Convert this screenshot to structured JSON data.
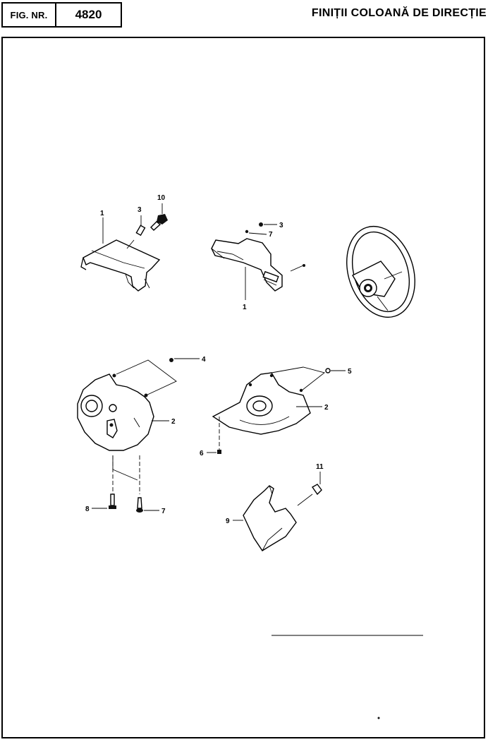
{
  "header": {
    "fig_label": "FIG. NR.",
    "fig_number": "4820",
    "title": "FINIȚII COLOANĂ DE DIRECȚIE"
  },
  "callouts": {
    "c1a": "1",
    "c3a": "3",
    "c10": "10",
    "c3b": "3",
    "c7a": "7",
    "c1b": "1",
    "c4": "4",
    "c2a": "2",
    "c5": "5",
    "c2b": "2",
    "c6": "6",
    "c8": "8",
    "c7b": "7",
    "c11": "11",
    "c9": "9"
  }
}
